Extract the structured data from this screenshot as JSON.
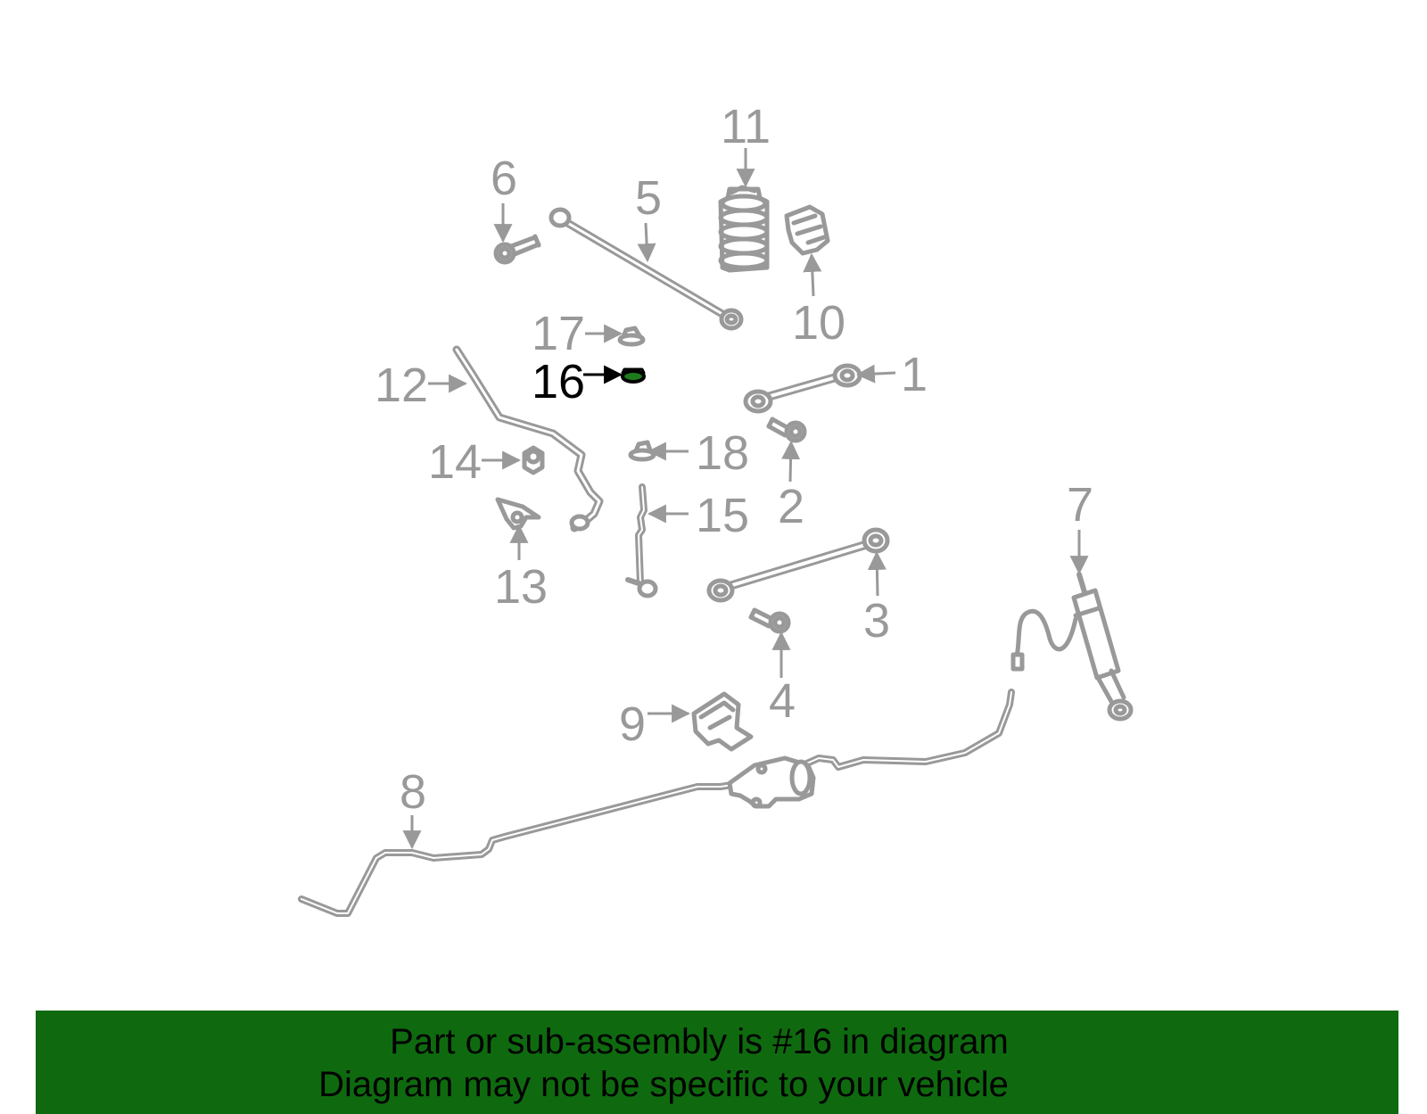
{
  "colors": {
    "part_gray": "#999999",
    "highlight": "#000000",
    "highlight_fill": "#1d7a1d",
    "banner_bg": "#0f6a0f",
    "banner_text": "#000000"
  },
  "callouts": [
    {
      "id": "1",
      "label": "1"
    },
    {
      "id": "2",
      "label": "2"
    },
    {
      "id": "3",
      "label": "3"
    },
    {
      "id": "4",
      "label": "4"
    },
    {
      "id": "5",
      "label": "5"
    },
    {
      "id": "6",
      "label": "6"
    },
    {
      "id": "7",
      "label": "7"
    },
    {
      "id": "8",
      "label": "8"
    },
    {
      "id": "9",
      "label": "9"
    },
    {
      "id": "10",
      "label": "10"
    },
    {
      "id": "11",
      "label": "11"
    },
    {
      "id": "12",
      "label": "12"
    },
    {
      "id": "13",
      "label": "13"
    },
    {
      "id": "14",
      "label": "14"
    },
    {
      "id": "15",
      "label": "15"
    },
    {
      "id": "16",
      "label": "16",
      "highlighted": true
    },
    {
      "id": "17",
      "label": "17"
    },
    {
      "id": "18",
      "label": "18"
    }
  ],
  "banner": {
    "line1": "Part or sub-assembly is #16 in diagram",
    "line2": "Diagram may not be specific to your vehicle"
  }
}
